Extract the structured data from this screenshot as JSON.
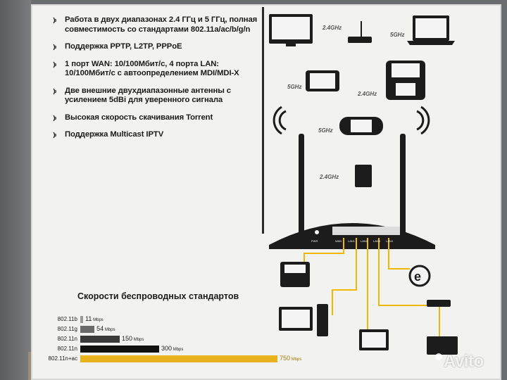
{
  "features": [
    "Работа в двух диапазонах 2.4 ГГц и 5 ГГц, полная совместимость со стандартами 802.11a/ac/b/g/n",
    "Поддержка PPTP, L2TP, PPPoE",
    "1 порт WAN: 10/100Мбит/с, 4 порта LAN: 10/100Мбит/с с автоопределением MDI/MDI-X",
    "Две внешние двухдиапазонные антенны с усилением 5dBi для уверенного сигнала",
    "Высокая скорость скачивания Torrent",
    "Поддержка Multicast IPTV"
  ],
  "speeds_title": "Скорости беспроводных стандартов",
  "chart_data": {
    "type": "bar",
    "categories": [
      "802.11b",
      "802.11g",
      "802.11n",
      "802.11n",
      "802.11n+ac"
    ],
    "values": [
      11,
      54,
      150,
      300,
      750
    ],
    "value_labels": [
      "11",
      "54",
      "150",
      "300",
      "750"
    ],
    "unit": "Mbps",
    "colors": [
      "#9a9a9a",
      "#6a6a6a",
      "#3a3a3a",
      "#111111",
      "#e8b21c"
    ]
  },
  "bands": {
    "b1": "2.4GHz",
    "b2": "5GHz",
    "b3": "5GHz",
    "b4": "2.4GHz",
    "b5": "5GHz",
    "b6": "2.4GHz"
  },
  "router_ports": {
    "pwr": "PWR",
    "wan": "WAN",
    "lan1": "LAN1",
    "lan2": "LAN2",
    "lan3": "LAN3",
    "lan4": "LAN4"
  },
  "watermark": "Avito"
}
